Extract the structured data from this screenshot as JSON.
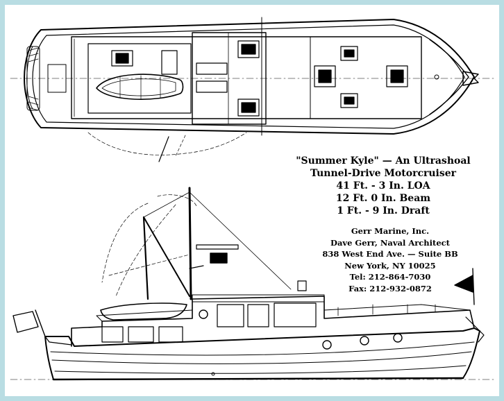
{
  "caption": {
    "title_line1": "\"Summer Kyle\" — An Ultrashoal",
    "title_line2": "Tunnel-Drive Motorcruiser",
    "loa": "41 Ft. - 3 In. LOA",
    "beam": "12 Ft. 0 In. Beam",
    "draft": "1 Ft. - 9 In. Draft"
  },
  "designer": {
    "company": "Gerr Marine, Inc.",
    "name": "Dave Gerr, Naval Architect",
    "street": "838 West End Ave. — Suite BB",
    "city": "New York, NY  10025",
    "tel": "Tel: 212-864-7030",
    "fax": "Fax: 212-932-0872"
  },
  "colors": {
    "border": "#b9dde3",
    "paper": "#ffffff",
    "ink": "#000000"
  }
}
